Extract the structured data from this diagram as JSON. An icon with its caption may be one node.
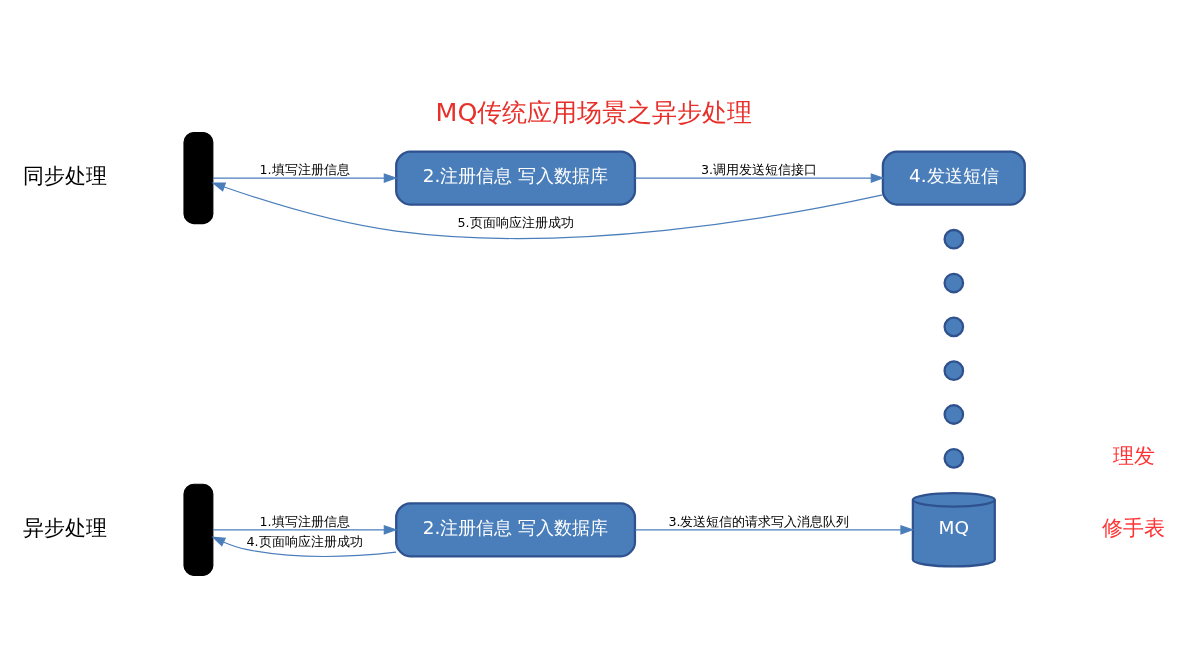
{
  "diagram": {
    "title": "MQ传统应用场景之异步处理",
    "nodes": [
      {
        "text": [],
        "shape": "person"
      },
      {
        "text": [
          "2.注册信息 写入数据库"
        ]
      },
      {
        "text": [
          "4.发送短信"
        ]
      },
      {
        "text": [],
        "shape": "circle"
      },
      {
        "text": [],
        "shape": "circle"
      },
      {
        "text": [],
        "shape": "circle"
      },
      {
        "text": [],
        "shape": "circle"
      },
      {
        "text": [],
        "shape": "circle"
      },
      {
        "text": [],
        "shape": "circle"
      },
      {
        "text": [],
        "shape": "person"
      },
      {
        "text": [
          "2.注册信息 写入数据库"
        ]
      },
      {
        "text": [
          "MQ"
        ]
      }
    ],
    "edges": [
      {
        "from": 0,
        "to": 1,
        "arrow": "to",
        "label": "1.填写注册信息"
      },
      {
        "from": 1,
        "to": 2,
        "arrow": "to",
        "label": "3.调用发送短信接口"
      },
      {
        "from": 2,
        "to": 0,
        "arrow": "to",
        "label": "5.页面响应注册成功"
      },
      {
        "from": 9,
        "to": 10,
        "arrow": "to",
        "label": "1.填写注册信息"
      },
      {
        "from": 10,
        "to": 11,
        "arrow": "to",
        "label": "3.发送短信的请求写入消息队列"
      },
      {
        "from": 10,
        "to": 9,
        "arrow": "to",
        "label": "4.页面响应注册成功"
      }
    ],
    "labels": [
      "同步处理",
      "理发",
      "异步处理",
      "修手表"
    ]
  }
}
